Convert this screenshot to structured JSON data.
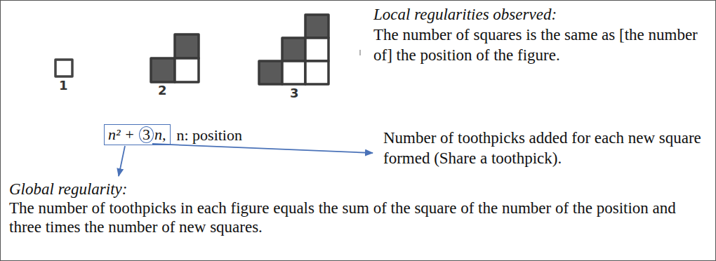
{
  "diagram": {
    "nodes": [
      {
        "text": [
          "n² +",
          "n,"
        ]
      },
      {
        "text": [
          "3"
        ],
        "in": 0
      }
    ],
    "labels": [
      "1",
      "2",
      "3",
      "n: position",
      "Local regularities observed:",
      "The number of squares is the same as [the number of] the position of the figure.",
      "Number of toothpicks added for each new square formed (Share a toothpick).",
      "Global regularity:",
      "The number of toothpicks in each figure equals the sum of the square of the number of the position and three times the number of new squares."
    ]
  }
}
